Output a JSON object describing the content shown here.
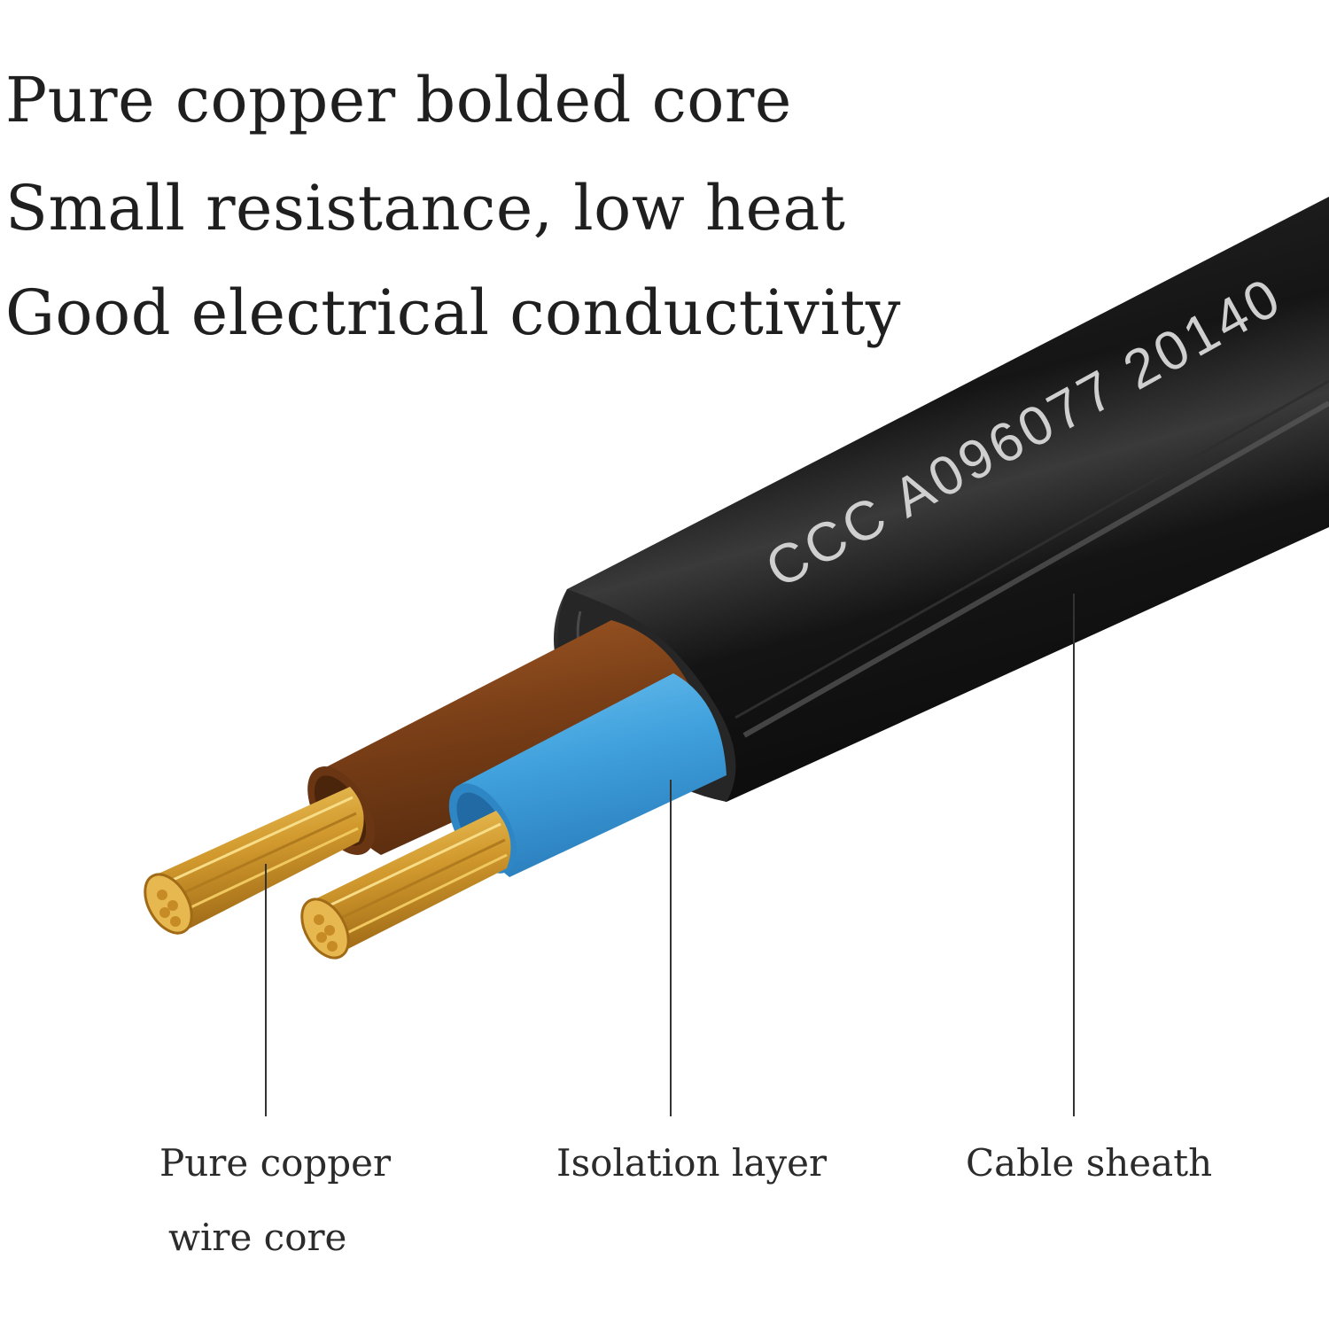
{
  "headline": {
    "line1": "Pure copper bolded core",
    "line2": "Small resistance, low heat",
    "line3": "Good electrical conductivity"
  },
  "cable": {
    "print_text": "CCC A096077 20140",
    "colors": {
      "sheath": "#1b1b1b",
      "brown_insulation": "#8a4a1c",
      "blue_insulation": "#3fa0dc",
      "copper": "#d9a53a"
    }
  },
  "callouts": {
    "copper_line1": "Pure copper",
    "copper_line2": "wire core",
    "isolation": "Isolation layer",
    "sheath": "Cable sheath"
  }
}
